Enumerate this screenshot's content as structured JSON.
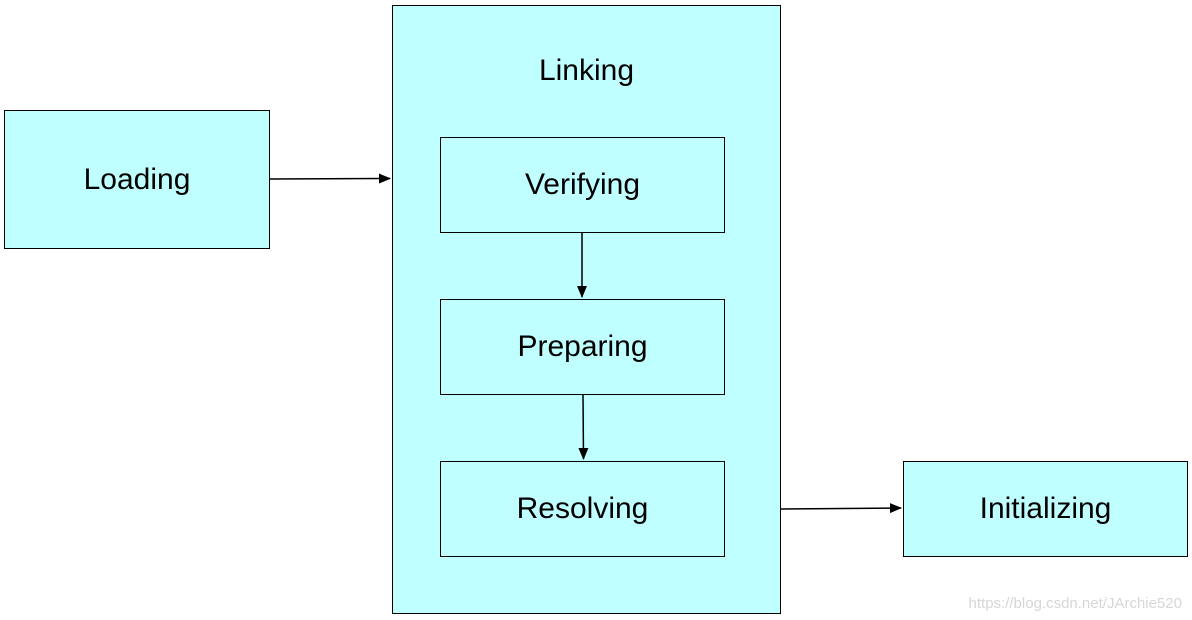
{
  "diagram": {
    "nodes": {
      "loading": "Loading",
      "linking": "Linking",
      "verifying": "Verifying",
      "preparing": "Preparing",
      "resolving": "Resolving",
      "initializing": "Initializing"
    },
    "edges": [
      {
        "from": "Loading",
        "to": "Linking"
      },
      {
        "from": "Verifying",
        "to": "Preparing"
      },
      {
        "from": "Preparing",
        "to": "Resolving"
      },
      {
        "from": "Linking",
        "to": "Initializing"
      }
    ],
    "colors": {
      "box_fill": "#c0ffff",
      "border": "#000000"
    }
  },
  "watermark": "https://blog.csdn.net/JArchie520"
}
